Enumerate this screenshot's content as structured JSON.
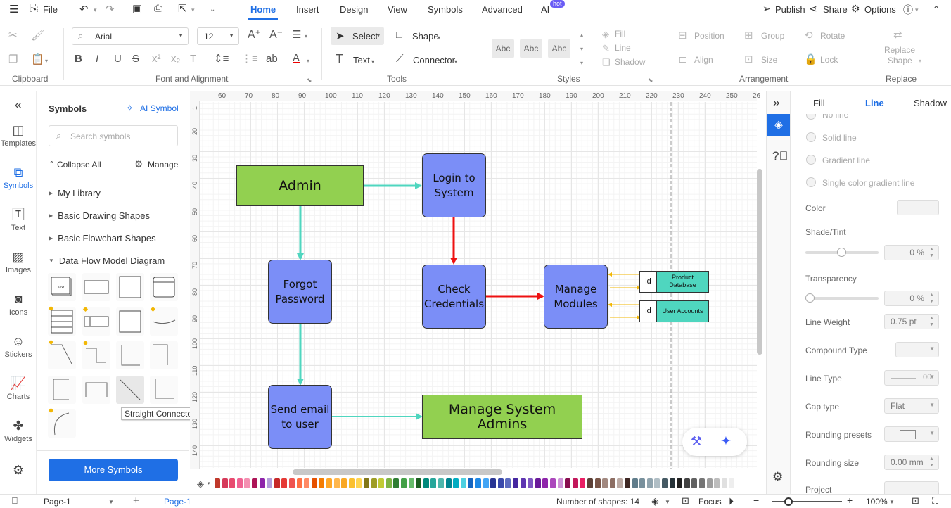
{
  "menu": {
    "file": "File",
    "tabs": [
      "Home",
      "Insert",
      "Design",
      "View",
      "Symbols",
      "Advanced",
      "AI"
    ],
    "hot": "hot",
    "publish": "Publish",
    "share": "Share",
    "options": "Options"
  },
  "ribbon": {
    "groups": {
      "clipboard": "Clipboard",
      "font": "Font and Alignment",
      "tools": "Tools",
      "styles": "Styles",
      "arrangement": "Arrangement",
      "replace": "Replace"
    },
    "font_name": "Arial",
    "font_size": "12",
    "select": "Select",
    "shape": "Shape",
    "text": "Text",
    "connector": "Connector",
    "style_samples": [
      "Abc",
      "Abc",
      "Abc"
    ],
    "fill": "Fill",
    "line": "Line",
    "shadow": "Shadow",
    "position": "Position",
    "group": "Group",
    "rotate": "Rotate",
    "align": "Align",
    "size": "Size",
    "lock": "Lock",
    "replace_shape": [
      "Replace",
      "Shape"
    ]
  },
  "rail": [
    {
      "icon": "collapse-icon",
      "label": ""
    },
    {
      "icon": "templates-icon",
      "label": "Templates"
    },
    {
      "icon": "symbols-icon",
      "label": "Symbols"
    },
    {
      "icon": "text-icon",
      "label": "Text"
    },
    {
      "icon": "images-icon",
      "label": "Images"
    },
    {
      "icon": "icons-icon",
      "label": "Icons"
    },
    {
      "icon": "stickers-icon",
      "label": "Stickers"
    },
    {
      "icon": "charts-icon",
      "label": "Charts"
    },
    {
      "icon": "widgets-icon",
      "label": "Widgets"
    }
  ],
  "symbols": {
    "title": "Symbols",
    "ai_symbol": "AI Symbol",
    "search_placeholder": "Search symbols",
    "collapse_all": "Collapse All",
    "manage": "Manage",
    "tree": [
      "My Library",
      "Basic Drawing Shapes",
      "Basic Flowchart Shapes",
      "Data Flow Model Diagram"
    ],
    "tooltip": "Straight Connector",
    "more": "More Symbols"
  },
  "ruler": {
    "h": [
      "60",
      "70",
      "80",
      "90",
      "100",
      "110",
      "120",
      "130",
      "140",
      "150",
      "160",
      "170",
      "180",
      "190",
      "200",
      "210",
      "220",
      "230",
      "240",
      "250",
      "26"
    ],
    "v": [
      "1",
      "20",
      "30",
      "40",
      "50",
      "60",
      "70",
      "80",
      "90",
      "100",
      "110",
      "120",
      "130",
      "140"
    ]
  },
  "diagram": {
    "admin": "Admin",
    "login": [
      "Login to",
      "System"
    ],
    "check": [
      "Check",
      "Credentials"
    ],
    "manage_modules": [
      "Manage",
      "Modules"
    ],
    "forgot": [
      "Forgot",
      "Password"
    ],
    "send": [
      "Send email",
      "to user"
    ],
    "msa": [
      "Manage System",
      "Admins"
    ],
    "store1_id": "id",
    "store1_name": [
      "Product",
      "Database"
    ],
    "store2_id": "id",
    "store2_name": "User Accounts"
  },
  "colors": {
    "process": "#7b8ef7",
    "entity": "#92d050",
    "store": "#4fd6bf",
    "flow_teal": "#4fd6bf",
    "flow_red": "#ee1111",
    "accent": "#1f6fe5"
  },
  "right": {
    "tabs": [
      "Fill",
      "Line",
      "Shadow"
    ],
    "no_line": "No line",
    "solid": "Solid line",
    "gradient": "Gradient line",
    "single_gradient": "Single color gradient line",
    "color": "Color",
    "shade": "Shade/Tint",
    "shade_val": "0 %",
    "transparency": "Transparency",
    "transparency_val": "0 %",
    "line_weight": "Line Weight",
    "line_weight_val": "0.75 pt",
    "compound": "Compound Type",
    "line_type": "Line Type",
    "line_type_val": "00",
    "cap": "Cap type",
    "cap_val": "Flat",
    "rounding_presets": "Rounding presets",
    "rounding_size": "Rounding size",
    "rounding_size_val": "0.00 mm",
    "cut": "Project"
  },
  "status": {
    "page_sel": "Page-1",
    "page_tab": "Page-1",
    "shapes": "Number of shapes: 14",
    "focus": "Focus",
    "zoom": "100%"
  },
  "palette": [
    "#c0392b",
    "#d63a5a",
    "#e84a6f",
    "#f06292",
    "#f48fb1",
    "#ad1457",
    "#8e24aa",
    "#b39ddb",
    "#c62828",
    "#e53935",
    "#ef5350",
    "#ff7043",
    "#ff8a65",
    "#e65100",
    "#f57c00",
    "#ffa726",
    "#ffb74d",
    "#f9a825",
    "#fbc02d",
    "#ffd54f",
    "#827717",
    "#9e9d24",
    "#c0ca33",
    "#7cb342",
    "#2e7d32",
    "#43a047",
    "#66bb6a",
    "#1b5e20",
    "#00897b",
    "#26a69a",
    "#4db6ac",
    "#00838f",
    "#00acc1",
    "#4dd0e1",
    "#1565c0",
    "#1e88e5",
    "#42a5f5",
    "#283593",
    "#3949ab",
    "#5c6bc0",
    "#4527a0",
    "#5e35b1",
    "#7e57c2",
    "#6a1b9a",
    "#8e24aa",
    "#ab47bc",
    "#ce93d8",
    "#880e4f",
    "#c2185b",
    "#e91e63",
    "#5d4037",
    "#795548",
    "#a1887f",
    "#8d6e63",
    "#bcaaa4",
    "#3e2723",
    "#607d8b",
    "#78909c",
    "#90a4ae",
    "#b0bec5",
    "#455a64",
    "#263238",
    "#212121",
    "#424242",
    "#616161",
    "#757575",
    "#9e9e9e",
    "#bdbdbd",
    "#e0e0e0",
    "#eeeeee"
  ]
}
